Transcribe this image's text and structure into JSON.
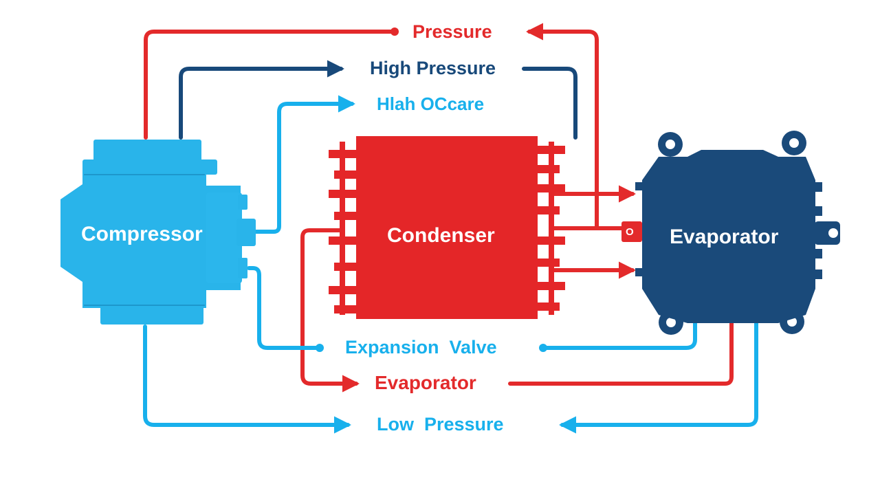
{
  "colors": {
    "red": "#e32a2b",
    "navy": "#18497a",
    "sky": "#18b0ec",
    "compressor_fill": "#29b4ea",
    "compressor_dark": "#1d97cc",
    "evaporator_fill": "#1a4a7a",
    "evaporator_dark": "#123a63",
    "condenser_fill": "#e42628",
    "text_on_dark": "#ffffff"
  },
  "components": {
    "compressor": {
      "label": "Compressor"
    },
    "condenser": {
      "label": "Condenser"
    },
    "evaporator": {
      "label": "Evaporator",
      "port_mark": "O"
    }
  },
  "flows": {
    "pressure": "Pressure",
    "high_pressure": "High Pressure",
    "garbled_label": "Hlah OCcare",
    "expansion_valve": "Expansion  Valve",
    "evaporator_return": "Evaporator",
    "low_pressure": "Low  Pressure"
  },
  "icons": {
    "arrowheads": "arrow-head-icon",
    "bolt_lugs": "mounting-lug-icon"
  }
}
